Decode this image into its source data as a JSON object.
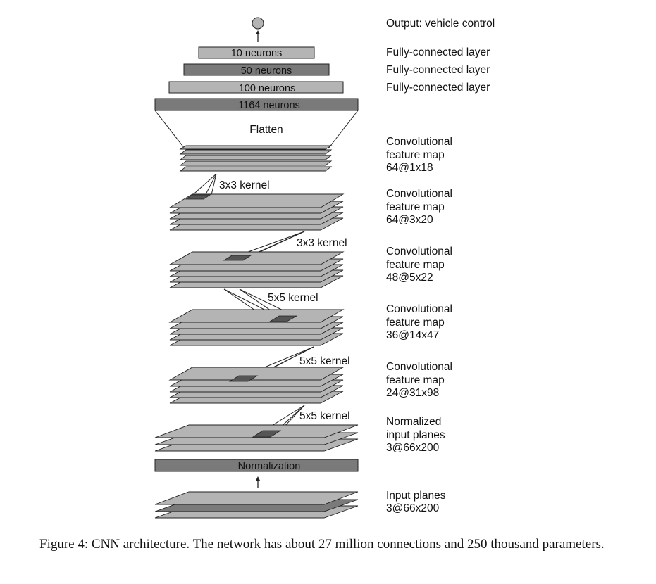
{
  "output": {
    "label": "Output: vehicle control"
  },
  "fc_layers": [
    {
      "box": "10 neurons",
      "label": "Fully-connected layer"
    },
    {
      "box": "50 neurons",
      "label": "Fully-connected layer"
    },
    {
      "box": "100 neurons",
      "label": "Fully-connected layer"
    },
    {
      "box": "1164 neurons",
      "label": ""
    }
  ],
  "flatten": {
    "label": "Flatten"
  },
  "conv_maps": [
    {
      "line1": "Convolutional",
      "line2": "feature map",
      "line3": "64@1x18"
    },
    {
      "line1": "Convolutional",
      "line2": "feature map",
      "line3": "64@3x20"
    },
    {
      "line1": "Convolutional",
      "line2": "feature map",
      "line3": "48@5x22"
    },
    {
      "line1": "Convolutional",
      "line2": "feature map",
      "line3": "36@14x47"
    },
    {
      "line1": "Convolutional",
      "line2": "feature map",
      "line3": "24@31x98"
    }
  ],
  "kernels": [
    "3x3 kernel",
    "3x3 kernel",
    "5x5 kernel",
    "5x5 kernel",
    "5x5 kernel"
  ],
  "normalized": {
    "line1": "Normalized",
    "line2": "input planes",
    "line3": "3@66x200"
  },
  "normalization": {
    "label": "Normalization"
  },
  "input": {
    "line1": "Input planes",
    "line2": "3@66x200"
  },
  "caption": "Figure 4:  CNN architecture.  The network has about 27 million connections and 250 thousand parameters.",
  "colors": {
    "light": "#b4b4b4",
    "dark": "#7a7a7a",
    "kernel": "#555555",
    "stroke": "#222222"
  }
}
